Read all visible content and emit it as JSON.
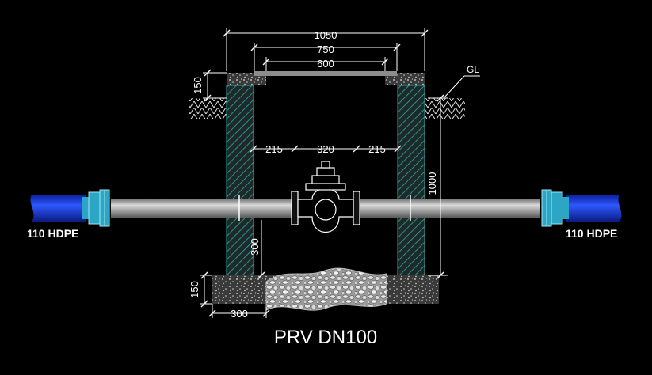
{
  "title": "PRV DN100",
  "pipe_labels": {
    "left": "110 HDPE",
    "right": "110 HDPE"
  },
  "ground_label": "GL",
  "dimensions": {
    "overall_width": "1050",
    "inner_width": "750",
    "cover_opening": "600",
    "cover_thickness": "150",
    "left_gap": "215",
    "valve_length": "320",
    "right_gap": "215",
    "chamber_depth": "1000",
    "pipe_height": "300",
    "base_thickness": "150",
    "footing_width": "300"
  },
  "colors": {
    "background": "#000000",
    "pipe": "#b8b8b8",
    "hdpe": "#1a3cff",
    "flange": "#2da6c6",
    "wall_hatch": "#36a6a0",
    "dimension": "#ffffff"
  }
}
